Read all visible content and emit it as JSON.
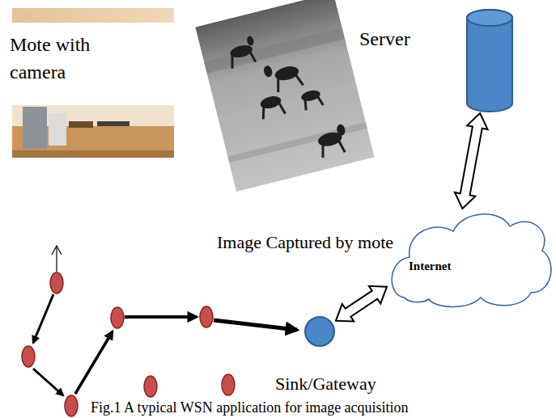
{
  "diagram": {
    "caption": "Fig.1 A typical WSN application for image acquisition",
    "nodes": [
      {
        "text": [
          "Server"
        ]
      },
      {
        "text": [
          "Internet"
        ]
      },
      {
        "text": [
          "Sink/Gateway"
        ]
      }
    ],
    "edges": [
      {
        "from": 0,
        "to": 1,
        "arrow": "both"
      },
      {
        "from": 2,
        "to": 1,
        "arrow": "both"
      }
    ],
    "labels": [
      "Mote with camera",
      "Image Captured by mote"
    ]
  }
}
